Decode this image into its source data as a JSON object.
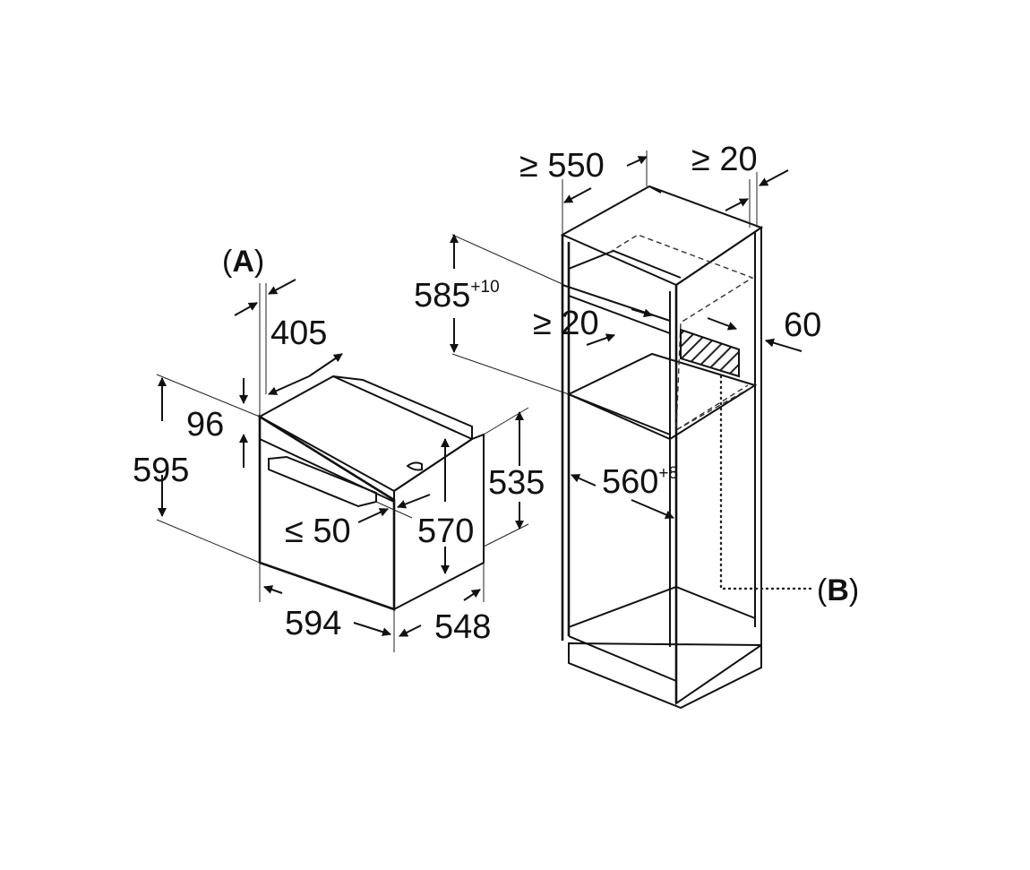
{
  "oven": {
    "depth_top_label": "405",
    "lip_height_label": "96",
    "height_label": "595",
    "handle_projection_label": "≤ 50",
    "inner_height_label": "570",
    "rear_height_label": "535",
    "width_label": "594",
    "depth_label": "548"
  },
  "cabinet": {
    "min_depth_label": "≥ 550",
    "rear_gap_label": "≥ 20",
    "niche_height_label": "585",
    "niche_height_tolerance": "+10",
    "shelf_gap_label": "≥ 20",
    "vent_label": "60",
    "niche_width_label": "560",
    "niche_width_tolerance": "+8"
  },
  "callouts": {
    "a_open": "(",
    "a_letter": "A",
    "a_close": ")",
    "b_open": "(",
    "b_letter": "B",
    "b_close": ")"
  }
}
